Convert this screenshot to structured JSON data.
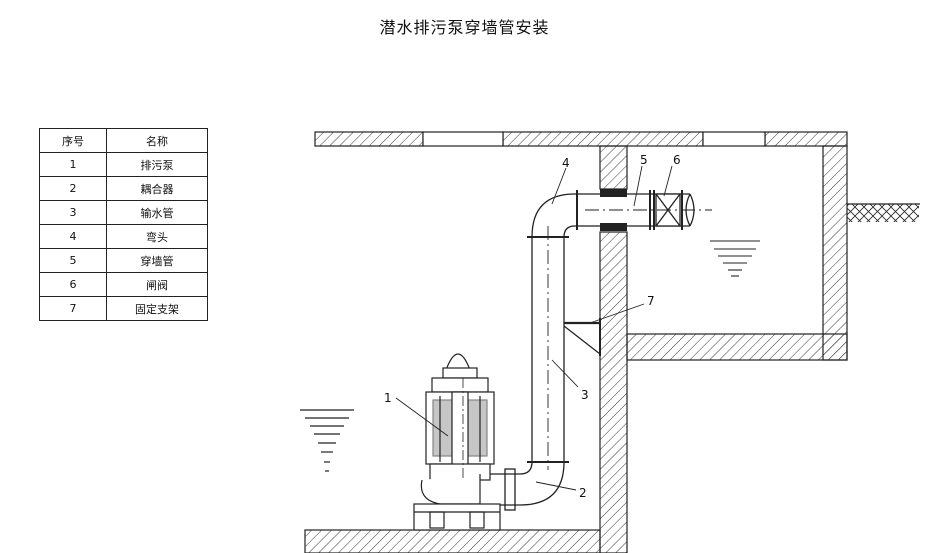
{
  "title": "潜水排污泵穿墙管安装",
  "parts_table": {
    "headers": [
      "序号",
      "名称"
    ],
    "rows": [
      {
        "no": "1",
        "name": "排污泵"
      },
      {
        "no": "2",
        "name": "耦合器"
      },
      {
        "no": "3",
        "name": "输水管"
      },
      {
        "no": "4",
        "name": "弯头"
      },
      {
        "no": "5",
        "name": "穿墙管"
      },
      {
        "no": "6",
        "name": "闸阀"
      },
      {
        "no": "7",
        "name": "固定支架"
      }
    ]
  },
  "callouts": [
    "1",
    "2",
    "3",
    "4",
    "5",
    "6",
    "7"
  ]
}
